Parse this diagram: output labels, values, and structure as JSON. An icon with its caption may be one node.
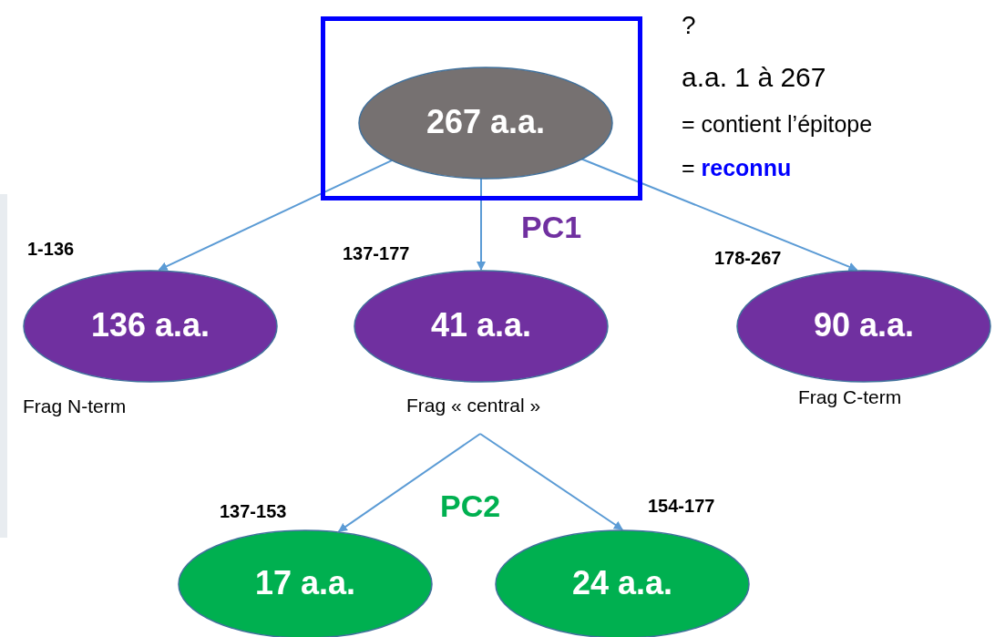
{
  "diagram": {
    "nodes": [
      {
        "text": [],
        "shape": "box"
      },
      {
        "text": [
          "267 a.a."
        ],
        "in": 0
      },
      {
        "text": [
          "136 a.a."
        ],
        "beside": [
          "1-136",
          "Frag N-term"
        ]
      },
      {
        "text": [
          "41 a.a."
        ],
        "beside": [
          "137-177",
          "Frag « central »"
        ]
      },
      {
        "text": [
          "90 a.a."
        ],
        "beside": [
          "178-267",
          "Frag C-term"
        ]
      },
      {
        "text": [
          "17 a.a."
        ],
        "beside": [
          "137-153"
        ]
      },
      {
        "text": [
          "24 a.a."
        ],
        "beside": [
          "154-177"
        ]
      }
    ],
    "edges": [
      {
        "from": 1,
        "to": 2,
        "arrow": "to"
      },
      {
        "from": 1,
        "to": 3,
        "arrow": "to"
      },
      {
        "from": 1,
        "to": 4,
        "arrow": "to"
      },
      {
        "from": 3,
        "to": 5,
        "arrow": "to"
      },
      {
        "from": 3,
        "to": 6,
        "arrow": "to"
      }
    ],
    "labels": [
      "?",
      "a.a. 1 à 267",
      "= contient l’épitope",
      "= **reconnu**",
      "PC1",
      "PC2"
    ]
  }
}
